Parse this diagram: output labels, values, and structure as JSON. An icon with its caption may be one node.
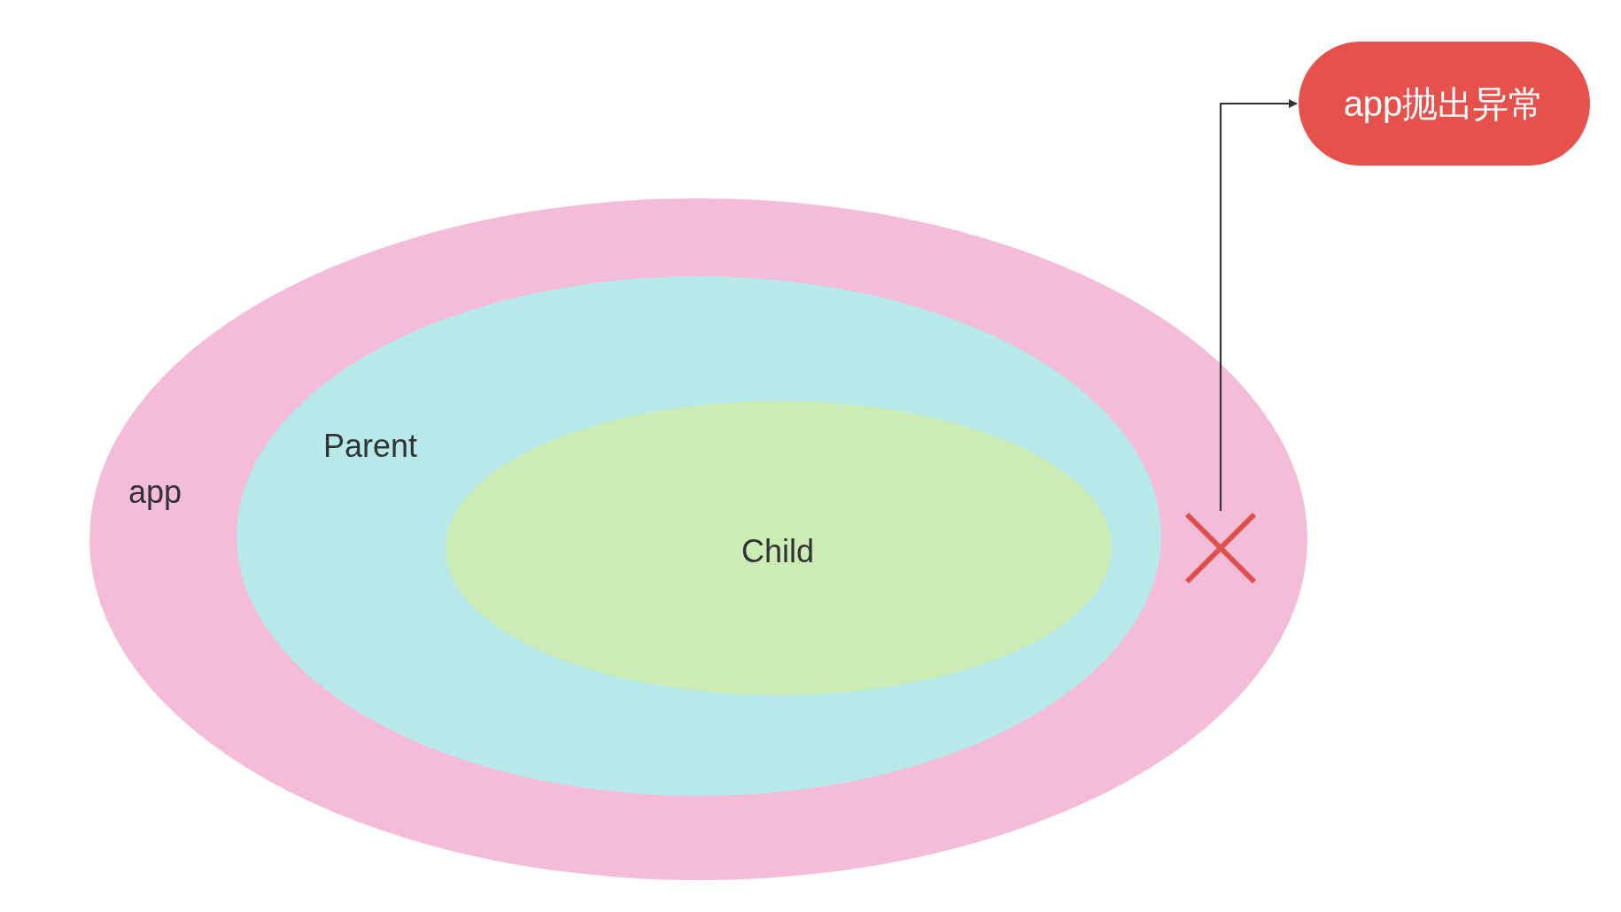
{
  "diagram": {
    "nodes": [
      {
        "text": [
          "app"
        ]
      },
      {
        "text": [
          "Parent"
        ],
        "in": 0
      },
      {
        "text": [
          "Child"
        ],
        "in": 1
      },
      {
        "text": [],
        "shape": "cross",
        "in": 0
      },
      {
        "text": [
          "app抛出异常"
        ]
      }
    ],
    "edges": [
      {
        "from": 3,
        "to": 4,
        "arrow": "to"
      }
    ]
  }
}
